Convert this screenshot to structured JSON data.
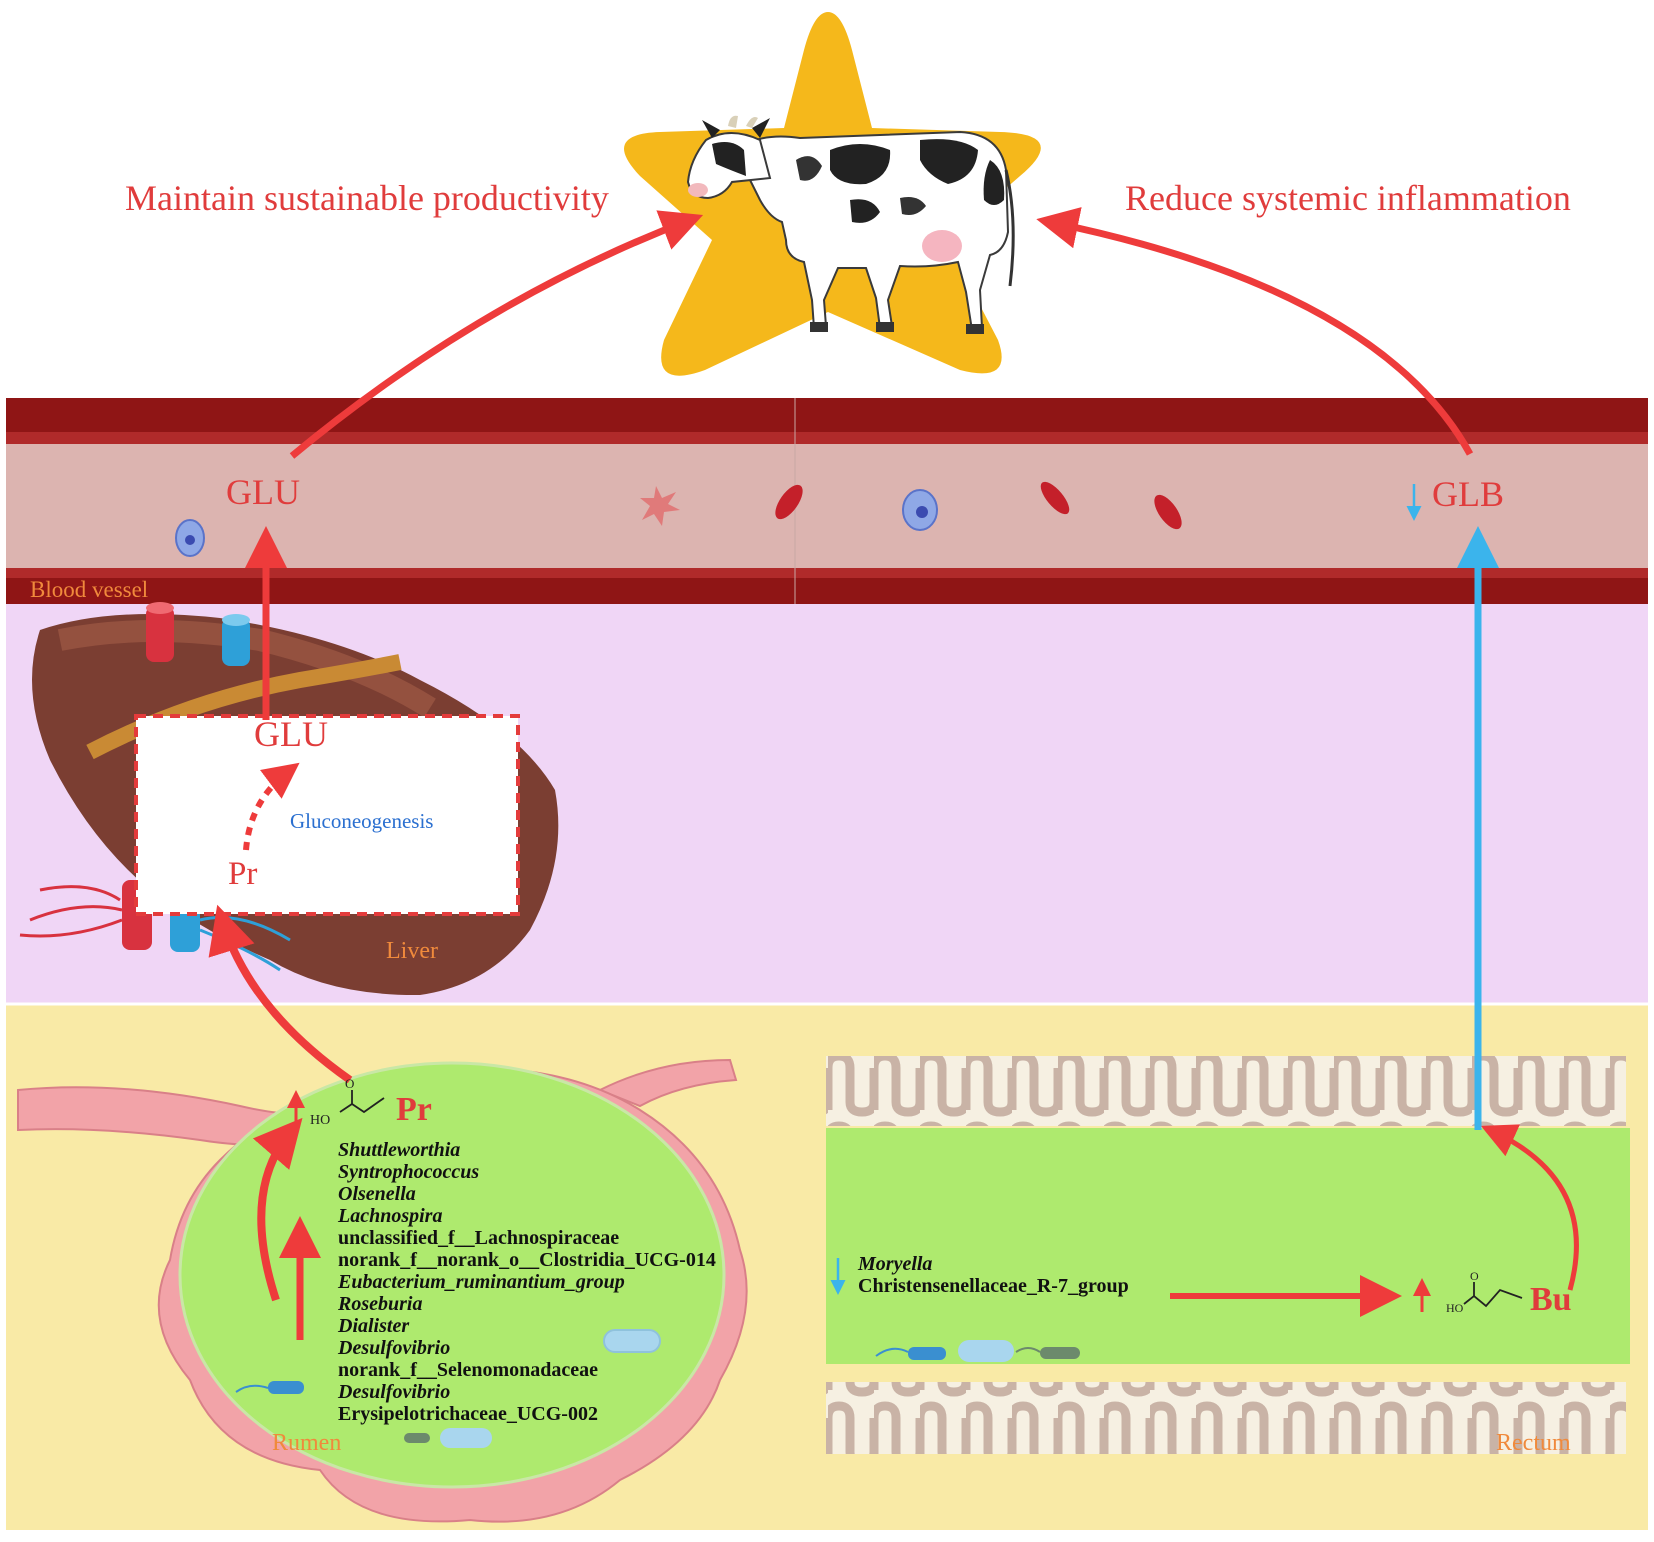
{
  "goals": {
    "left": "Maintain sustainable productivity",
    "right": "Reduce systemic inflammation"
  },
  "blood": {
    "label": "Blood vessel",
    "glu": "GLU",
    "glb": "GLB",
    "glb_trend_glyph": "↓"
  },
  "liver": {
    "label": "Liver",
    "box_glu": "GLU",
    "process": "Gluconeogenesis",
    "pr": "Pr"
  },
  "rumen": {
    "label": "Rumen",
    "metabolite": "Pr",
    "metabolite_trend_glyph": "↑",
    "hydroxyl_label": "HO",
    "carbonyl_label": "O",
    "taxa": [
      {
        "name": "Shuttleworthia",
        "italic": true
      },
      {
        "name": "Syntrophococcus",
        "italic": true
      },
      {
        "name": "Olsenella",
        "italic": true
      },
      {
        "name": "Lachnospira",
        "italic": true
      },
      {
        "name": "unclassified_f__Lachnospiraceae",
        "italic": false
      },
      {
        "name": "norank_f__norank_o__Clostridia_UCG-014",
        "italic": false
      },
      {
        "name": "Eubacterium_ruminantium_group",
        "italic": true
      },
      {
        "name": "Roseburia",
        "italic": true
      },
      {
        "name": "Dialister",
        "italic": true
      },
      {
        "name": "Desulfovibrio",
        "italic": true
      },
      {
        "name": "norank_f__Selenomonadaceae",
        "italic": false
      },
      {
        "name": "Desulfovibrio",
        "italic": true
      },
      {
        "name": "Erysipelotrichaceae_UCG-002",
        "italic": false
      }
    ]
  },
  "rectum": {
    "label": "Rectum",
    "taxa_trend_glyph": "↓",
    "taxa": [
      {
        "name": "Moryella",
        "italic": true
      },
      {
        "name": "Christensenellaceae_R-7_group",
        "italic": false
      }
    ],
    "metabolite": "Bu",
    "metabolite_trend_glyph": "↑",
    "hydroxyl_label": "HO",
    "carbonyl_label": "O"
  },
  "colors": {
    "increase_arrow": "#ee3b3b",
    "decrease_arrow": "#3bb4ec",
    "label_red": "#e03c3c",
    "label_orange": "#f08a3c",
    "process_blue": "#2a6fd0",
    "star": "#f5b81b",
    "vessel_wall": "#8f1515",
    "vessel_lumen": "#dcb4b0",
    "tissue_band": "#f0d6f6",
    "gut_band": "#f9eaa6",
    "gut_content": "#aeea6e"
  },
  "icons": [
    "cow-illustration",
    "star-shape",
    "liver-organ",
    "rumen-organ",
    "rectum-villi",
    "bacteria-icon",
    "blood-cell-icon"
  ]
}
